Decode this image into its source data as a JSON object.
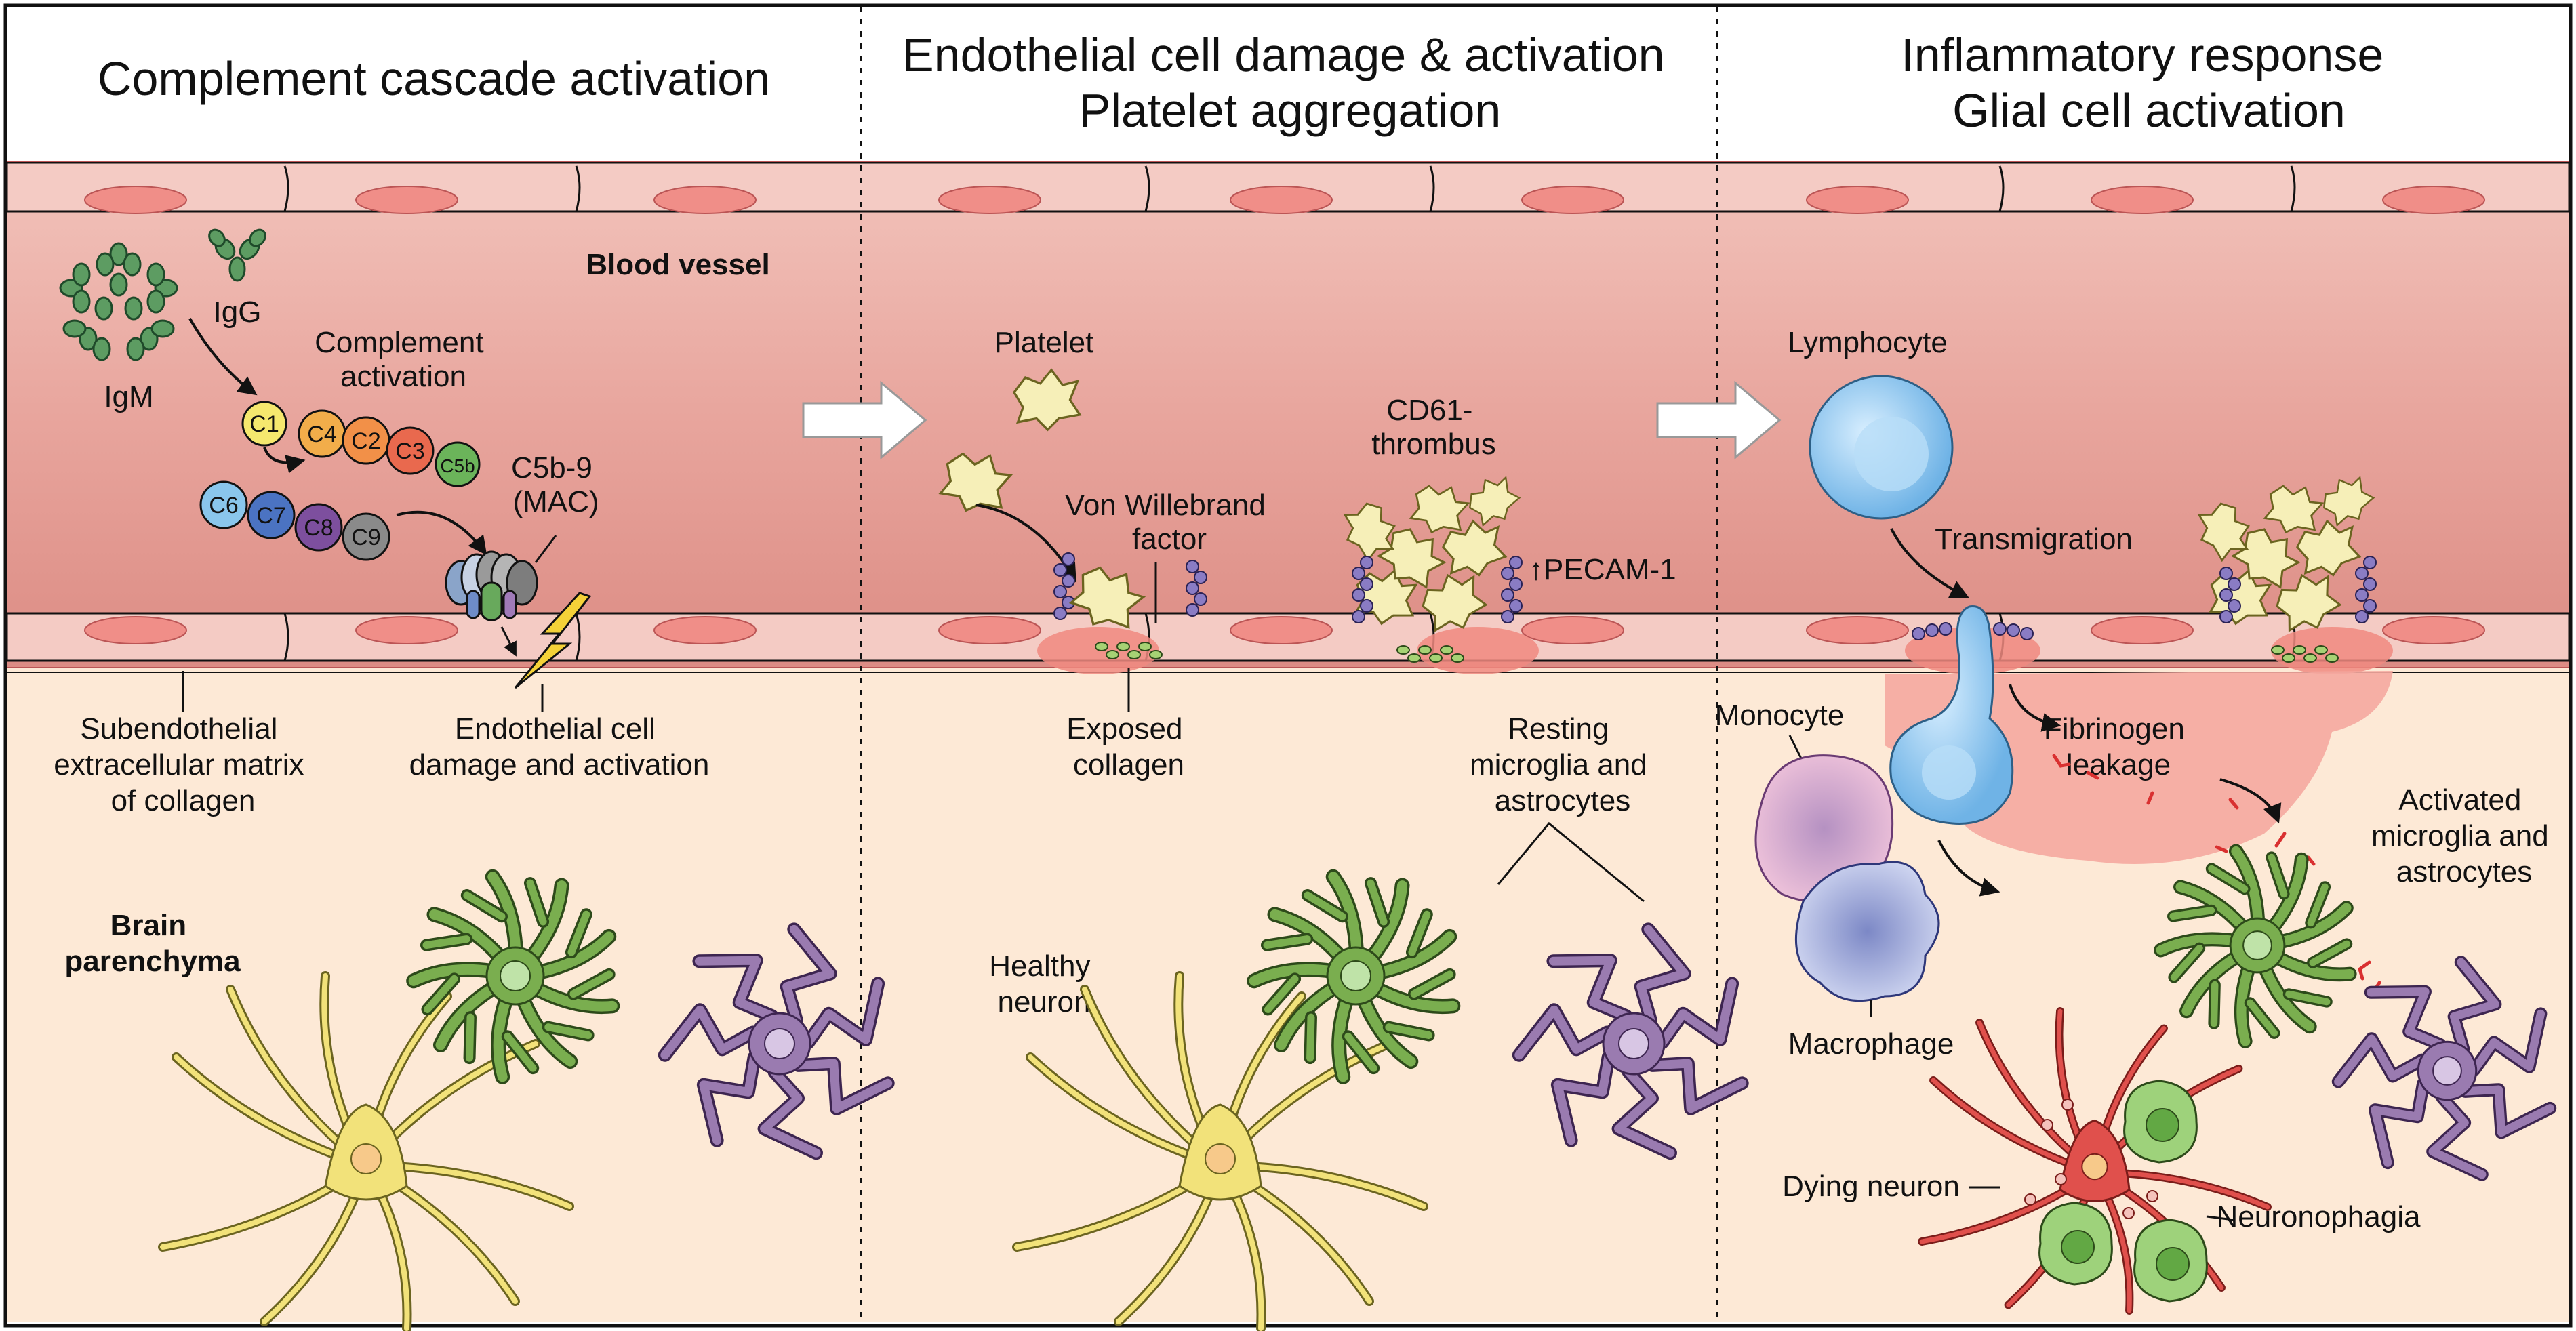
{
  "panels": [
    {
      "title_lines": [
        "Complement cascade activation"
      ]
    },
    {
      "title_lines": [
        "Endothelial cell damage & activation",
        "Platelet aggregation"
      ]
    },
    {
      "title_lines": [
        "Inflammatory response",
        "Glial cell activation"
      ]
    }
  ],
  "labels": {
    "blood_vessel": "Blood vessel",
    "igm": "IgM",
    "igg": "IgG",
    "complement_activation": [
      "Complement",
      "activation"
    ],
    "mac": [
      "C5b-9",
      "(MAC)"
    ],
    "c_components": [
      "C1",
      "C4",
      "C2",
      "C3",
      "C5b",
      "C6",
      "C7",
      "C8",
      "C9"
    ],
    "subendothelial": [
      "Subendothelial",
      "extracellular matrix",
      "of collagen"
    ],
    "endothelial_damage": [
      "Endothelial cell",
      "damage and activation"
    ],
    "brain_parenchyma": [
      "Brain",
      "parenchyma"
    ],
    "platelet": "Platelet",
    "vwf": [
      "Von Willebrand",
      "factor"
    ],
    "cd61": [
      "CD61-",
      "thrombus"
    ],
    "pecam": "↑PECAM-1",
    "exposed_collagen": [
      "Exposed",
      "collagen"
    ],
    "resting_glia": [
      "Resting",
      "microglia and",
      "astrocytes"
    ],
    "healthy_neuron": [
      "Healthy",
      "neuron"
    ],
    "lymphocyte": "Lymphocyte",
    "transmigration": "Transmigration",
    "monocyte": "Monocyte",
    "fibrinogen": [
      "Fibrinogen",
      "leakage"
    ],
    "activated_glia": [
      "Activated",
      "microglia and",
      "astrocytes"
    ],
    "macrophage": "Macrophage",
    "dying_neuron": "Dying neuron",
    "neuronophagia": "Neuronophagia"
  },
  "colors": {
    "vessel": "#e9a6a0",
    "endothelium": "#f3c8c1",
    "parenchyma": "#fde9d6",
    "astrocyte": "#7aae4f",
    "microglia": "#9a7bb0",
    "neuron_healthy": "#f2e27a",
    "neuron_dying": "#e0504c",
    "platelet": "#f6efb8",
    "lymphocyte": "#8ec7ee"
  }
}
